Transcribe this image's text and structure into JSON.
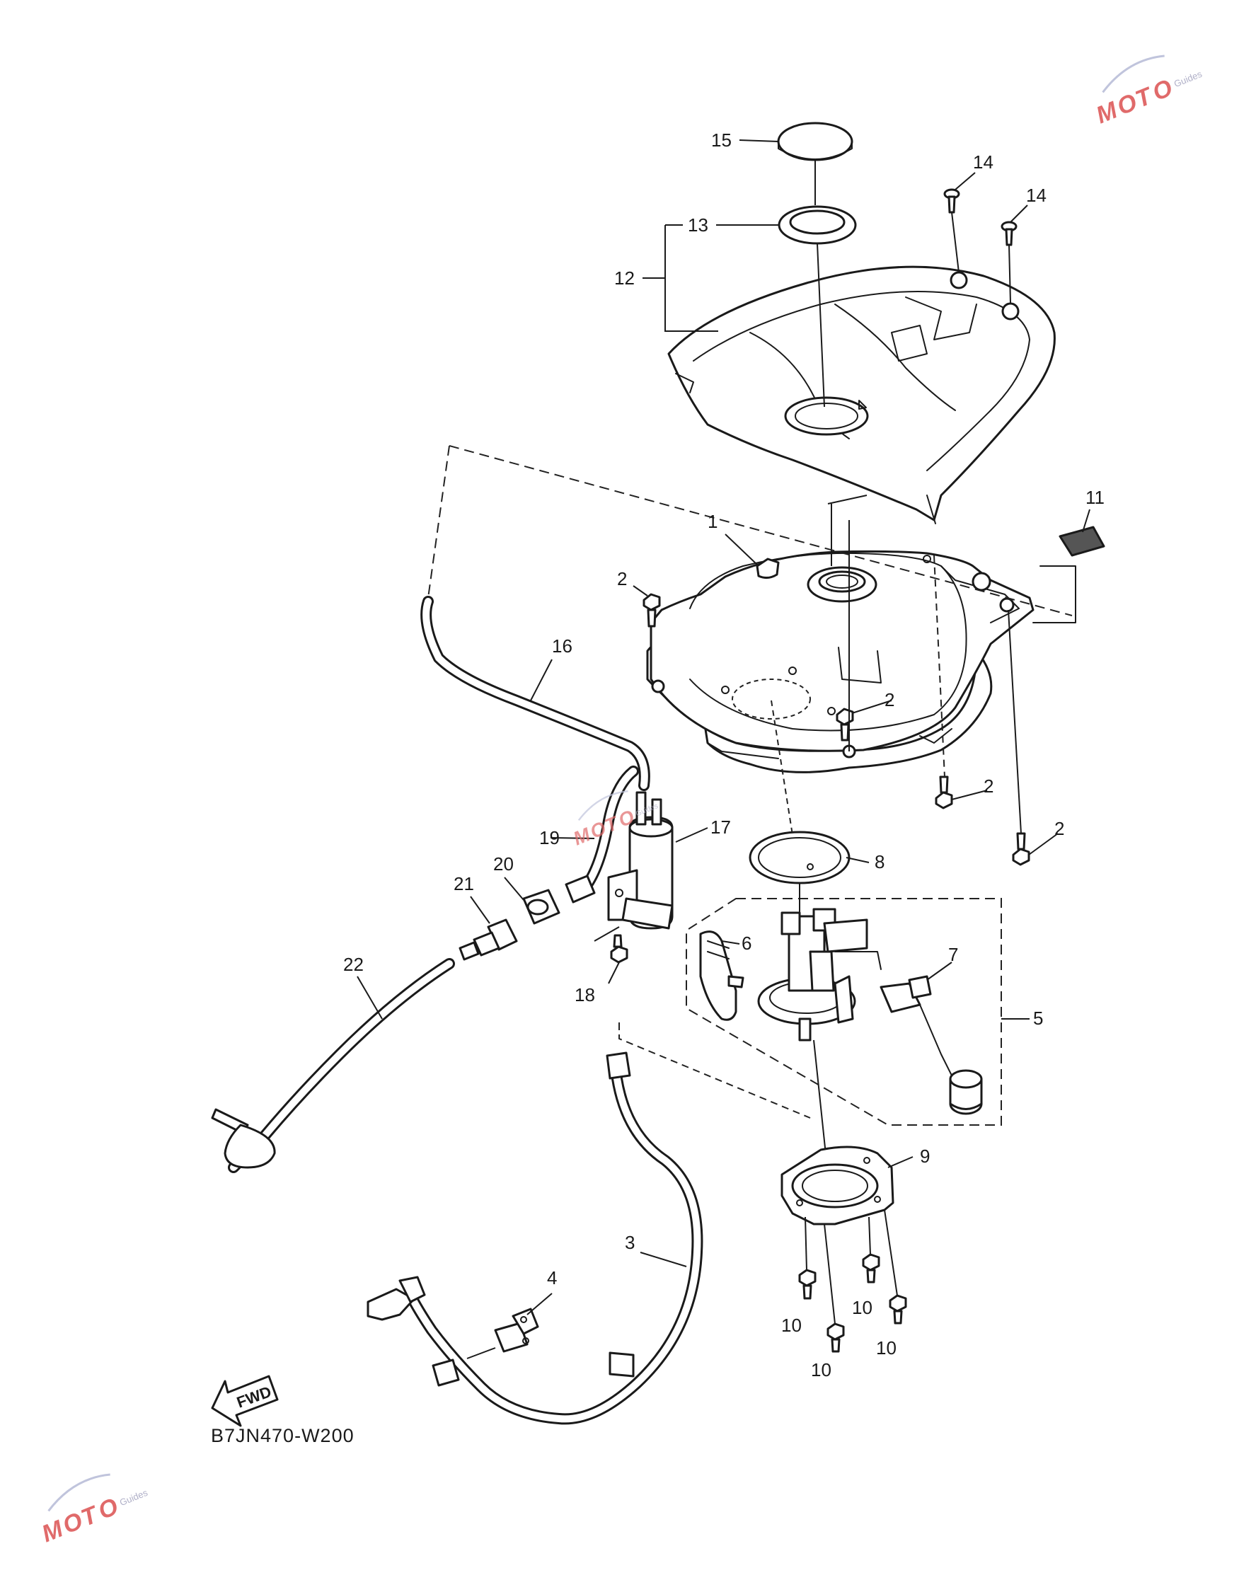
{
  "diagram": {
    "code": "B7JN470-W200",
    "fwd_label": "FWD",
    "callouts": [
      {
        "id": "c1",
        "text": "1"
      },
      {
        "id": "c2a",
        "text": "2"
      },
      {
        "id": "c2b",
        "text": "2"
      },
      {
        "id": "c2c",
        "text": "2"
      },
      {
        "id": "c2d",
        "text": "2"
      },
      {
        "id": "c3",
        "text": "3"
      },
      {
        "id": "c4",
        "text": "4"
      },
      {
        "id": "c5",
        "text": "5"
      },
      {
        "id": "c6",
        "text": "6"
      },
      {
        "id": "c7",
        "text": "7"
      },
      {
        "id": "c8",
        "text": "8"
      },
      {
        "id": "c9",
        "text": "9"
      },
      {
        "id": "c10a",
        "text": "10"
      },
      {
        "id": "c10b",
        "text": "10"
      },
      {
        "id": "c10c",
        "text": "10"
      },
      {
        "id": "c10d",
        "text": "10"
      },
      {
        "id": "c11",
        "text": "11"
      },
      {
        "id": "c12",
        "text": "12"
      },
      {
        "id": "c13",
        "text": "13"
      },
      {
        "id": "c14a",
        "text": "14"
      },
      {
        "id": "c14b",
        "text": "14"
      },
      {
        "id": "c15",
        "text": "15"
      },
      {
        "id": "c16",
        "text": "16"
      },
      {
        "id": "c17",
        "text": "17"
      },
      {
        "id": "c18",
        "text": "18"
      },
      {
        "id": "c19",
        "text": "19"
      },
      {
        "id": "c20",
        "text": "20"
      },
      {
        "id": "c21",
        "text": "21"
      },
      {
        "id": "c22",
        "text": "22"
      }
    ]
  },
  "watermark": {
    "letters": [
      "M",
      "O",
      "T",
      "O"
    ],
    "subtext": "Guides",
    "color": "#e06a6a"
  }
}
